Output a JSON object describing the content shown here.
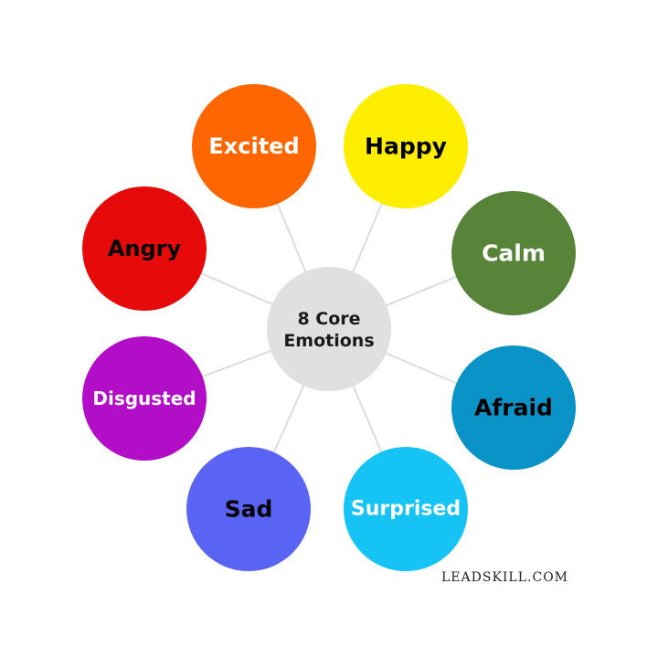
{
  "center": {
    "line1": "8 Core",
    "line2": "Emotions",
    "color": "#e0e0e0"
  },
  "emotions": [
    {
      "label": "Excited",
      "color": "#ff6600",
      "text_color": "#ffffff"
    },
    {
      "label": "Happy",
      "color": "#ffee00",
      "text_color": "#000000"
    },
    {
      "label": "Calm",
      "color": "#578438",
      "text_color": "#ffffff"
    },
    {
      "label": "Afraid",
      "color": "#0a93c6",
      "text_color": "#000000"
    },
    {
      "label": "Surprised",
      "color": "#16c3f5",
      "text_color": "#ffffff"
    },
    {
      "label": "Sad",
      "color": "#5a64f4",
      "text_color": "#000000"
    },
    {
      "label": "Disgusted",
      "color": "#b30ec7",
      "text_color": "#ffffff"
    },
    {
      "label": "Angry",
      "color": "#e70a0a",
      "text_color": "#000000"
    }
  ],
  "connector_color": "#dddddd",
  "brand": "LEADSKILL.COM"
}
